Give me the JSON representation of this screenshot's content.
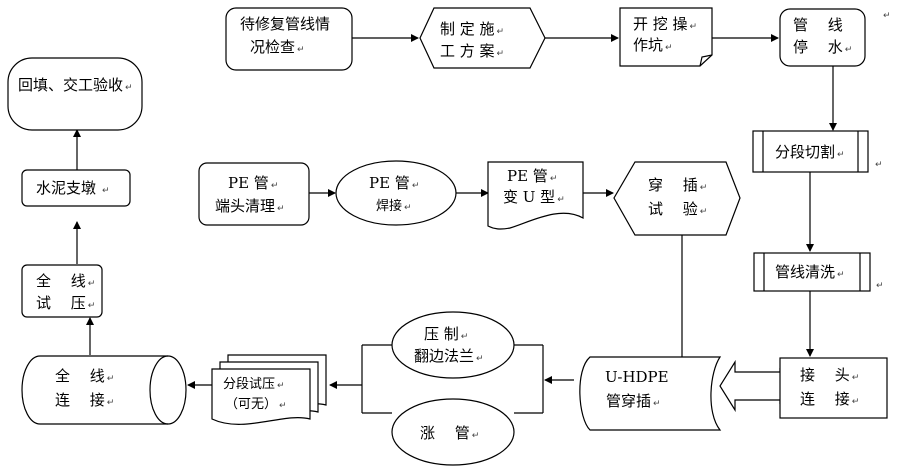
{
  "diagram": {
    "nodes": {
      "inspect": {
        "lines": [
          "待修复管线情",
          "况检查"
        ]
      },
      "plan": {
        "lines": [
          "制 定 施",
          "工 方 案"
        ]
      },
      "excavate": {
        "lines": [
          "开 挖 操",
          "作坑"
        ]
      },
      "stop_water": {
        "lines": [
          "管 　线",
          "停 　水"
        ]
      },
      "cut": {
        "lines": [
          "分段切割"
        ]
      },
      "clean": {
        "lines": [
          "管线清洗"
        ]
      },
      "joint": {
        "lines": [
          "接 　头",
          "连 　接"
        ]
      },
      "uhdpe": {
        "lines": [
          "U-HDPE",
          "管穿插"
        ]
      },
      "flange": {
        "lines": [
          "压 制",
          "翻边法兰"
        ]
      },
      "expand": {
        "lines": [
          "涨 　管"
        ]
      },
      "segment_test": {
        "lines": [
          "分段试压",
          "（可无）"
        ]
      },
      "full_connect": {
        "lines": [
          "全 　线",
          "连 　接"
        ]
      },
      "full_test": {
        "lines": [
          "全 　线",
          "试 　压"
        ]
      },
      "cement": {
        "lines": [
          "水泥支墩"
        ]
      },
      "backfill": {
        "lines": [
          "回填、交工验收"
        ]
      },
      "pe_clean": {
        "lines": [
          "PE 管",
          "端头清理"
        ]
      },
      "pe_weld": {
        "lines": [
          "PE 管",
          "焊接"
        ]
      },
      "pe_u": {
        "lines": [
          "PE 管",
          "变 U 型"
        ]
      },
      "insert_test": {
        "lines": [
          "穿 　插",
          "试 　验"
        ]
      }
    },
    "para_mark": "↵"
  }
}
